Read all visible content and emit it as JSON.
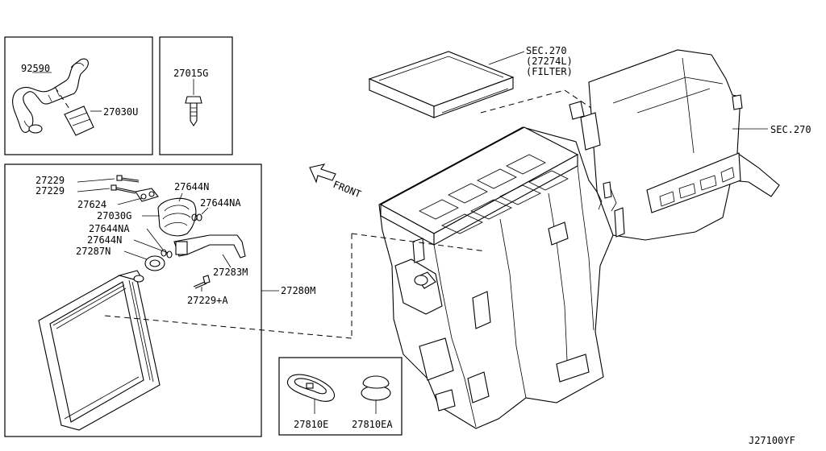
{
  "labels": {
    "p92590": "92590",
    "p27030U": "27030U",
    "p27015G": "27015G",
    "sec270_filter_1": "SEC.270",
    "sec270_filter_2": "(27274L)",
    "sec270_filter_3": "(FILTER)",
    "sec270_right": "SEC.270",
    "front": "FRONT",
    "p27229_a": "27229",
    "p27229_b": "27229",
    "p27644N_top": "27644N",
    "p27624": "27624",
    "p27644NA_right": "27644NA",
    "p27030G": "27030G",
    "p27644NA_left": "27644NA",
    "p27644N_left": "27644N",
    "p27287N": "27287N",
    "p27283M": "27283M",
    "p27280M": "27280M",
    "p27229A": "27229+A",
    "p27810E": "27810E",
    "p27810EA": "27810EA",
    "diagram_id": "J27100YF"
  }
}
